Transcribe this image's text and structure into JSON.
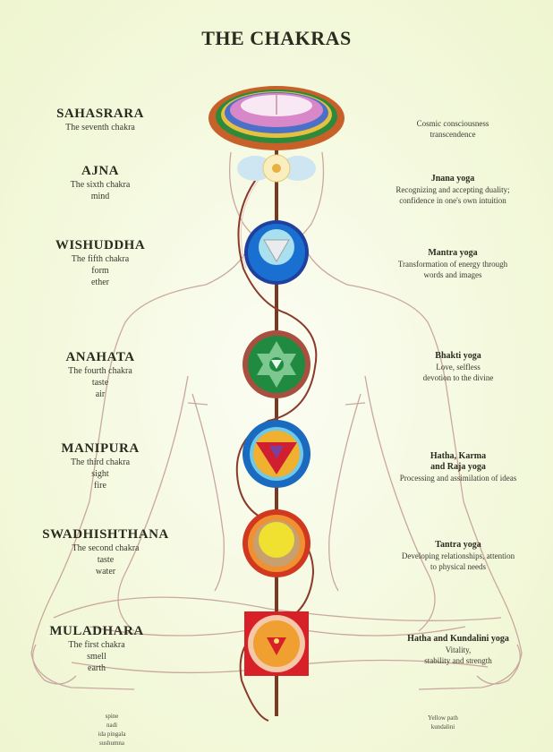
{
  "title": "THE CHAKRAS",
  "chakras": [
    {
      "name": "SAHASRARA",
      "ordinal": "The seventh chakra",
      "extra": [
        "",
        ""
      ],
      "yoga": "",
      "yoga_desc": [
        "Cosmic consciousness",
        "transcendence"
      ]
    },
    {
      "name": "AJNA",
      "ordinal": "The sixth chakra",
      "extra": [
        "mind",
        ""
      ],
      "yoga": "Jnana yoga",
      "yoga_desc": [
        "Recognizing and accepting duality;",
        "confidence in one's own intuition"
      ]
    },
    {
      "name": "WISHUDDHA",
      "ordinal": "The fifth chakra",
      "extra": [
        "form",
        "ether"
      ],
      "yoga": "Mantra yoga",
      "yoga_desc": [
        "Transformation of energy through",
        "words and images"
      ]
    },
    {
      "name": "ANAHATA",
      "ordinal": "The fourth chakra",
      "extra": [
        "taste",
        "air"
      ],
      "yoga": "Bhakti yoga",
      "yoga_desc": [
        "Love, selfless",
        "devotion to the divine"
      ]
    },
    {
      "name": "MANIPURA",
      "ordinal": "The third chakra",
      "extra": [
        "sight",
        "fire"
      ],
      "yoga": "Hatha, Karma",
      "yoga_desc": [
        "and Raja yoga",
        "Processing and assimilation of ideas"
      ]
    },
    {
      "name": "SWADHISHTHANA",
      "ordinal": "The second chakra",
      "extra": [
        "taste",
        "water"
      ],
      "yoga": "Tantra yoga",
      "yoga_desc": [
        "Developing relationships, attention",
        "to physical needs"
      ]
    },
    {
      "name": "MULADHARA",
      "ordinal": "The first chakra",
      "extra": [
        "smell",
        "earth"
      ],
      "yoga": "Hatha and Kundalini yoga",
      "yoga_desc": [
        "Vitality,",
        "stability and strength"
      ]
    }
  ],
  "footer_left": [
    "spine",
    "nadi",
    "ida pingala",
    "sushumna"
  ],
  "footer_right": [
    "Yellow path",
    "kundalini"
  ],
  "colors": {
    "background": "#f4f9de",
    "body_outline": "#c9a8a0",
    "channel": "#8a3a2a",
    "sahasrara": "#d888c8",
    "ajna": "#f0e0a0",
    "vishuddha": "#1a70d0",
    "anahata": "#1f8a40",
    "manipura": "#d02030",
    "swadhishthana": "#f0a020",
    "muladhara": "#d82028"
  }
}
